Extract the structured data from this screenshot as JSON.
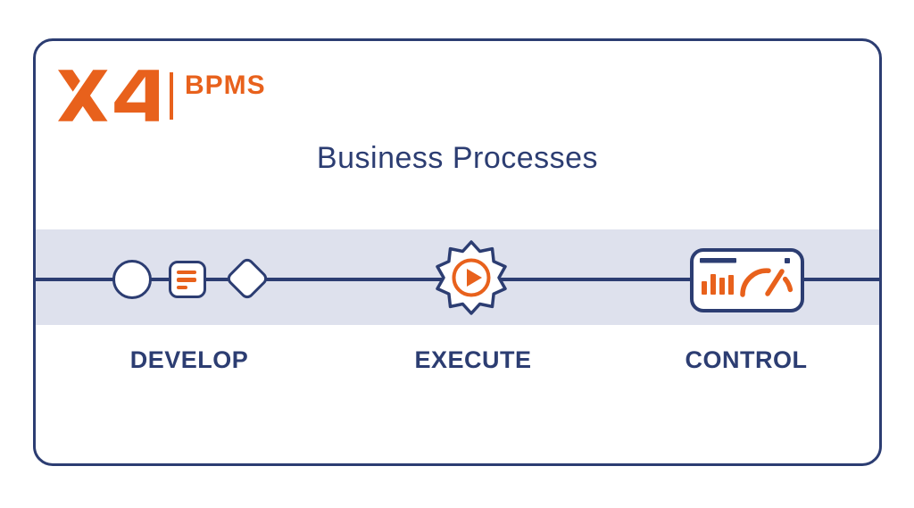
{
  "colors": {
    "navy": "#2c3d72",
    "orange": "#e8611c",
    "band": "#dee1ed",
    "background": "#ffffff"
  },
  "logo": {
    "brand": "X4",
    "product": "BPMS"
  },
  "header": {
    "title": "Business Processes"
  },
  "pipeline": {
    "stages": [
      {
        "id": "develop",
        "label": "DEVELOP",
        "icons": [
          "start-event-circle-icon",
          "task-list-icon",
          "gateway-diamond-icon"
        ]
      },
      {
        "id": "execute",
        "label": "EXECUTE",
        "icons": [
          "gear-play-icon"
        ]
      },
      {
        "id": "control",
        "label": "CONTROL",
        "icons": [
          "dashboard-gauge-icon"
        ]
      }
    ]
  }
}
